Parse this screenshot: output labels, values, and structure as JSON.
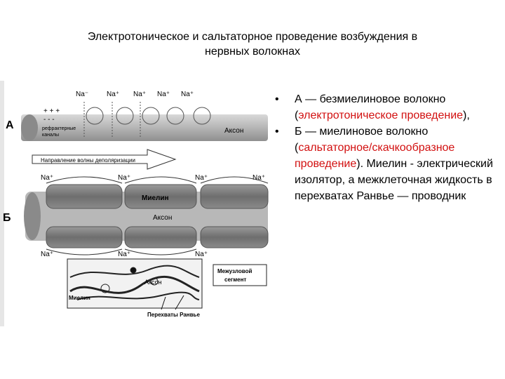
{
  "slide": {
    "title_line1": "Электротоническое и сальтаторное проведение возбуждения в",
    "title_line2": "нервных волокнах"
  },
  "bullets": [
    {
      "marker": "•",
      "pre": "А — безмиелиновое волокно (",
      "highlight": "электротоническое проведение",
      "post": "),"
    },
    {
      "marker": "•",
      "pre": "Б — миелиновое волокно (",
      "highlight": "сальтаторное/скачкообразное проведение",
      "post": "). Миелин - электрический изолятор, а межклеточная жидкость в перехватах Ранвье — проводник"
    }
  ],
  "figure": {
    "label_a": "А",
    "label_b": "Б",
    "na_top_a": [
      "Na⁻",
      "Na⁺",
      "Na⁺",
      "Na⁺",
      "Na⁺"
    ],
    "charges_a_top": "+ + +",
    "charges_a_mid": "- - -",
    "refractory_1": "рефрактерные",
    "refractory_2": "каналы",
    "axon_a": "Аксон",
    "arrow_label": "Направление волны деполяризации",
    "na_top_b": [
      "Na⁺",
      "Na⁺",
      "Na⁺",
      "Na⁺"
    ],
    "na_bottom_b": [
      "Na⁺",
      "Na⁺",
      "Na⁺"
    ],
    "myelin_b": "Миелин",
    "axon_b": "Аксон",
    "micro_axon": "Аксон",
    "micro_myelin": "Миелин",
    "internode_1": "Межузловой",
    "internode_2": "сегмент",
    "nodes_label": "Перехваты Ранвье"
  }
}
